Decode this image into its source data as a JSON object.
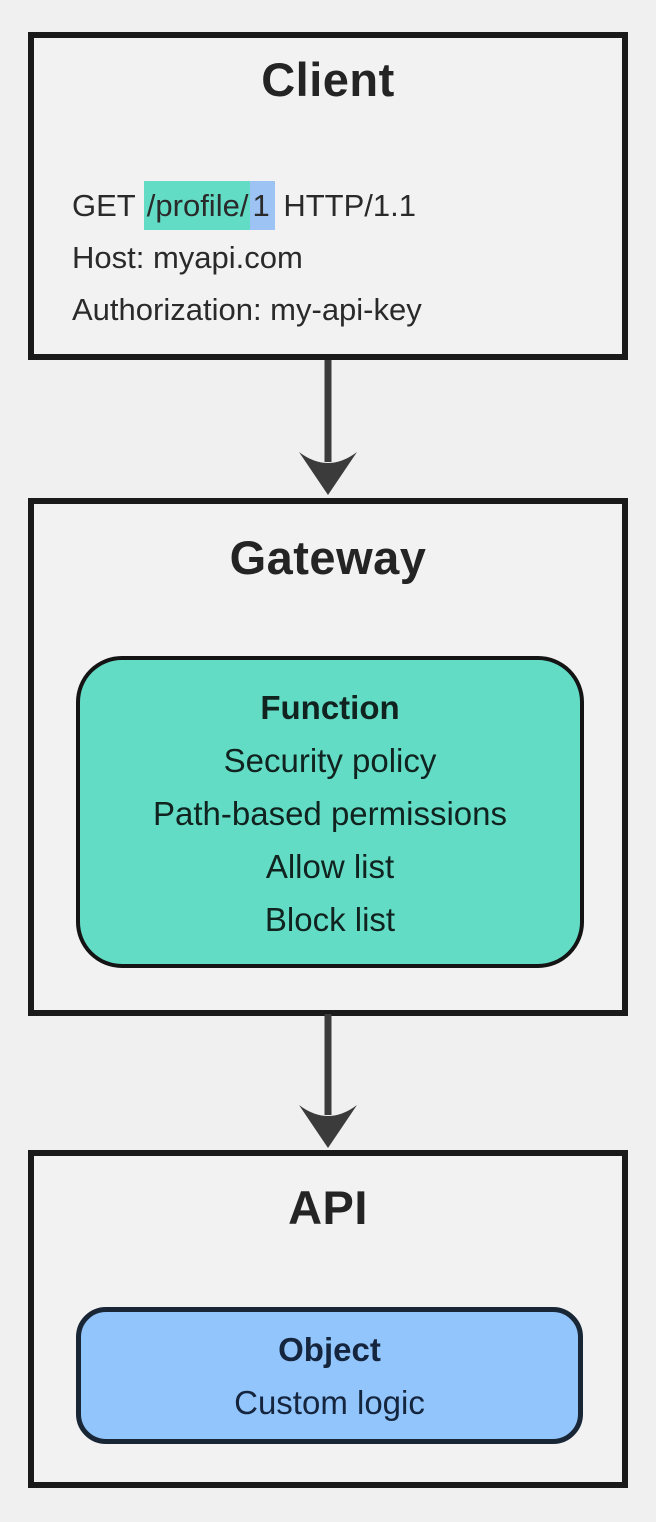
{
  "colors": {
    "background": "#f0f0f0",
    "box_fill": "#f2f2f2",
    "box_border": "#1a1a1a",
    "teal": "#63dcc6",
    "blue_card": "#92c5fc",
    "blue_highlight": "#9cc3f4",
    "arrow": "#3b3b3b"
  },
  "client": {
    "title": "Client",
    "request": {
      "method": "GET ",
      "path_highlight": "/profile/",
      "id_highlight": "1",
      "protocol": " HTTP/1.1",
      "host_line": "Host: myapi.com",
      "auth_line": "Authorization: my-api-key"
    }
  },
  "gateway": {
    "title": "Gateway",
    "card": {
      "title": "Function",
      "items": [
        "Security policy",
        "Path-based permissions",
        "Allow list",
        "Block list"
      ]
    }
  },
  "api": {
    "title": "API",
    "card": {
      "title": "Object",
      "items": [
        "Custom logic"
      ]
    }
  }
}
